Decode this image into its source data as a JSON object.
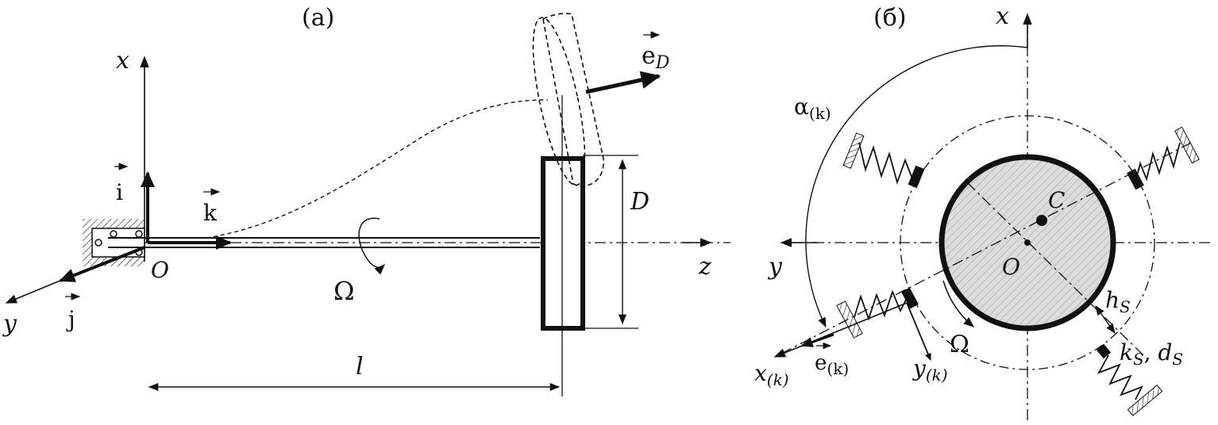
{
  "panel_a": {
    "caption": "(a)",
    "axis_x": "x",
    "axis_y": "y",
    "axis_z": "z",
    "vec_i": "i",
    "vec_j": "j",
    "vec_k": "k",
    "vec_eD": "e",
    "vec_eD_sub": "D",
    "origin": "O",
    "omega": "Ω",
    "length": "l",
    "diameter": "D"
  },
  "panel_b": {
    "caption": "(б)",
    "axis_x": "x",
    "axis_y": "y",
    "origin": "O",
    "center": "C",
    "alpha": "α",
    "alpha_sub": "(k)",
    "x_k": "x",
    "x_k_sub": "(k)",
    "y_k": "y",
    "y_k_sub": "(k)",
    "e_k": "e",
    "e_k_sub": "(k)",
    "omega": "Ω",
    "h_s": "h",
    "h_s_sub": "S",
    "k_s": "k",
    "k_s_sub": "S",
    "d_s": "d",
    "d_s_sub": "S",
    "sep": ", "
  }
}
